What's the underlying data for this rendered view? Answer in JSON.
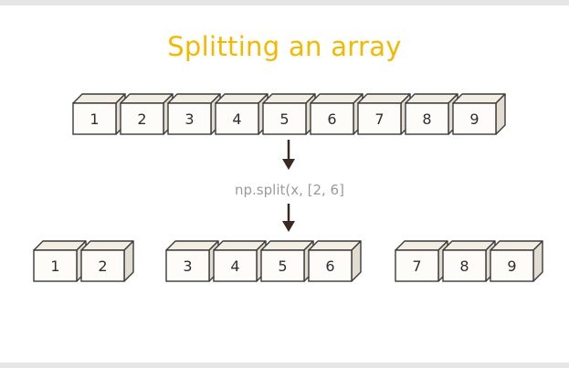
{
  "title": "Splitting an array",
  "code": "np.split(x, [2, 6]",
  "colors": {
    "title": "#f5b800",
    "box_front": "#fdfcf8",
    "box_top": "#f2eee4",
    "box_side": "#e2ddd0",
    "box_stroke": "#3a3a3a",
    "arrow": "#3b2a20"
  },
  "input_array": [
    "1",
    "2",
    "3",
    "4",
    "5",
    "6",
    "7",
    "8",
    "9"
  ],
  "output_groups": [
    [
      "1",
      "2"
    ],
    [
      "3",
      "4",
      "5",
      "6"
    ],
    [
      "7",
      "8",
      "9"
    ]
  ]
}
